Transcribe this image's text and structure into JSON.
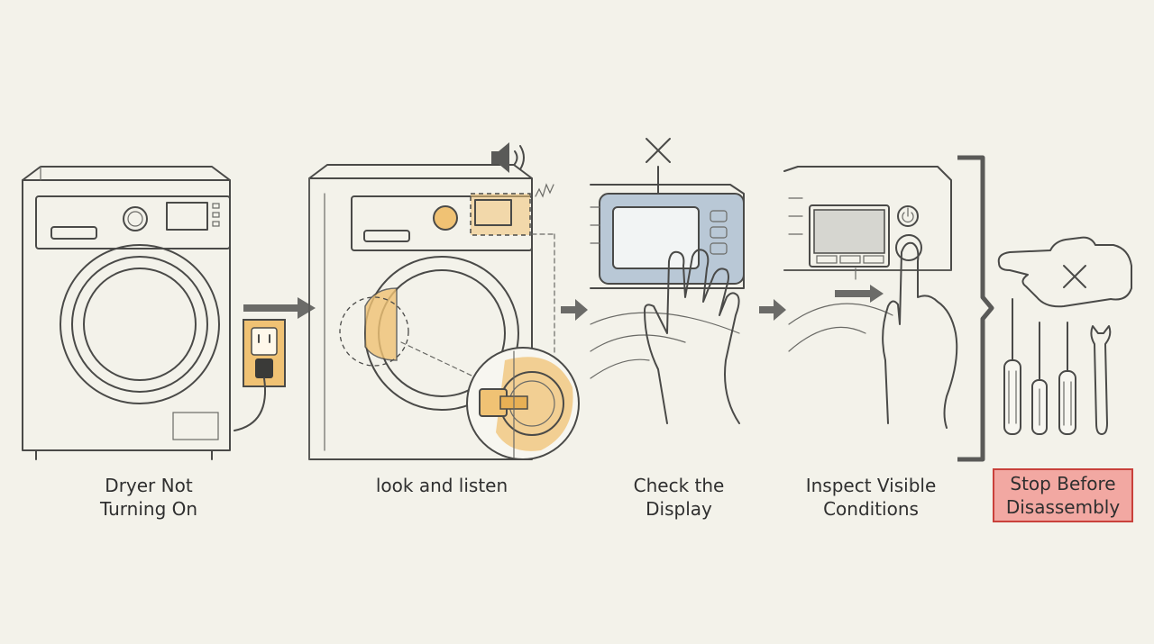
{
  "diagram": {
    "steps": [
      {
        "line1": "Dryer Not",
        "line2": "Turning On"
      },
      {
        "line1": "look and listen",
        "line2": ""
      },
      {
        "line1": "Check the",
        "line2": "Display"
      },
      {
        "line1": "Inspect Visible",
        "line2": "Conditions"
      },
      {
        "line1": "Stop Before",
        "line2": "Disassembly"
      }
    ]
  },
  "colors": {
    "background": "#f3f2ea",
    "highlight_orange": "#f0c274",
    "display_blue": "#b9c8d6",
    "stop_fill": "#f2a8a2",
    "stop_border": "#c9413b"
  },
  "icons": [
    "dryer-icon",
    "power-outlet-icon",
    "speaker-icon",
    "door-latch-icon",
    "close-icon",
    "hand-icon",
    "glove-icon",
    "screwdriver-icon",
    "wrench-icon",
    "arrow-right-icon"
  ]
}
